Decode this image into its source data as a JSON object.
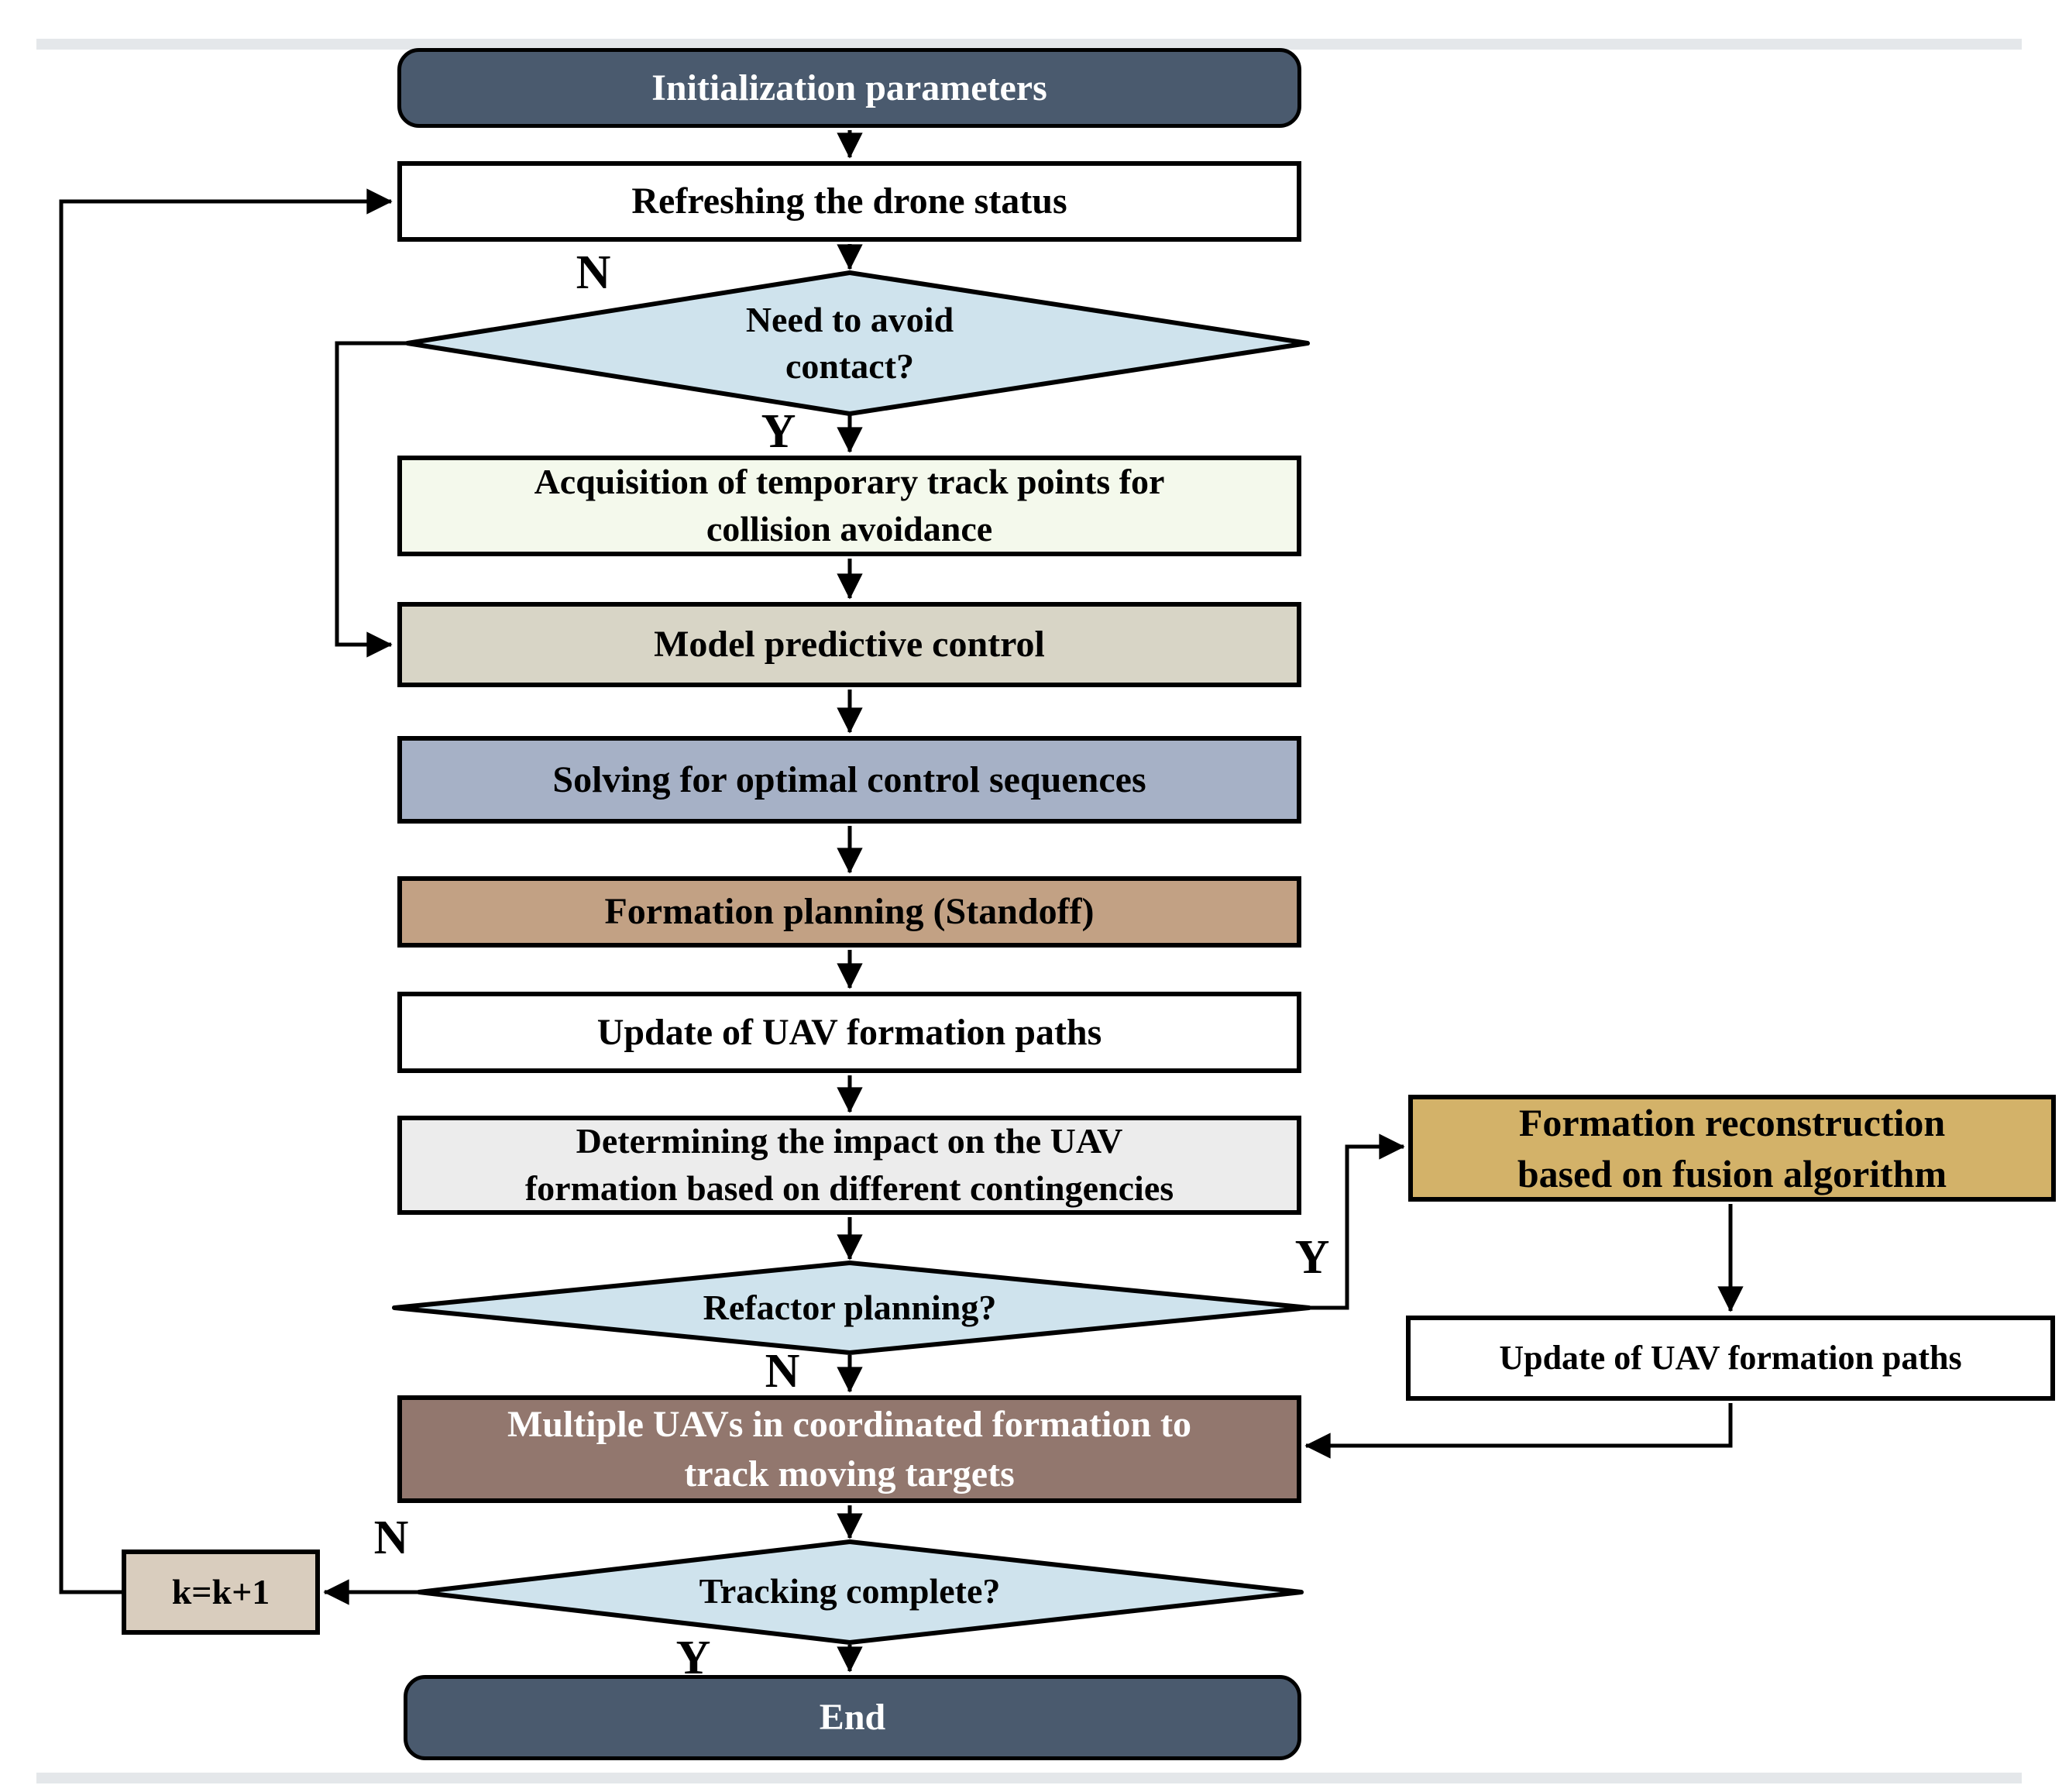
{
  "palette": {
    "terminator_dark": "#4a5a6e",
    "decision_blue": "#cfe3ed",
    "acquisition_ivory": "#f4f9ec",
    "mpc_beige": "#d8d5c6",
    "solving_steel_blue": "#a6b1c6",
    "planning_tan": "#c2a184",
    "determining_gray": "#ececec",
    "reconstruction_gold": "#d3b269",
    "tracking_mauve": "#92776e",
    "increment_khaki": "#d9cdbe",
    "page_strip_gray": "#e4e7ea",
    "line_black": "#000000"
  },
  "flowchart": {
    "start": {
      "label": "Initialization parameters"
    },
    "refresh": {
      "label": "Refreshing the drone status"
    },
    "decision_avoid": {
      "label": "Need to avoid\ncontact?"
    },
    "acquisition": {
      "label": "Acquisition of temporary track points for\ncollision avoidance"
    },
    "mpc": {
      "label": "Model predictive control"
    },
    "solving": {
      "label": "Solving for optimal control sequences"
    },
    "formation_planning": {
      "label": "Formation planning (Standoff)"
    },
    "update_paths": {
      "label": "Update of UAV formation paths"
    },
    "determining": {
      "label": "Determining the impact on the UAV\nformation based on different contingencies"
    },
    "decision_refactor": {
      "label": "Refactor planning?"
    },
    "reconstruction": {
      "label": "Formation reconstruction\nbased on fusion algorithm"
    },
    "update_paths_right": {
      "label": "Update of UAV formation paths"
    },
    "multi_uav": {
      "label": "Multiple UAVs in coordinated formation to\ntrack moving targets"
    },
    "decision_tracking": {
      "label": "Tracking complete?"
    },
    "increment": {
      "label": "k=k+1"
    },
    "end": {
      "label": "End"
    },
    "branches": {
      "avoid_no": "N",
      "avoid_yes": "Y",
      "refactor_yes": "Y",
      "refactor_no": "N",
      "tracking_no": "N",
      "tracking_yes": "Y"
    }
  }
}
